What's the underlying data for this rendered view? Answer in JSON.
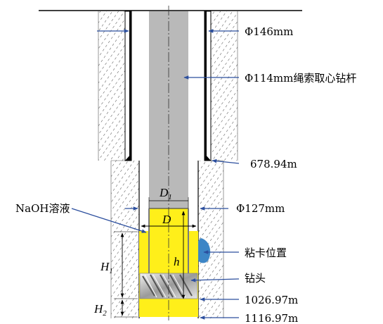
{
  "labels": {
    "casing_od": "Φ146mm",
    "drill_rod": "Φ114mm绳索取心钻杆",
    "casing_shoe_depth": "678.94m",
    "naoh": "NaOH溶液",
    "hole_dia": "Φ127mm",
    "stuck_position": "粘卡位置",
    "drill_bit": "钻头",
    "depth_upper": "1026.97m",
    "depth_lower": "1116.97m"
  },
  "symbols": {
    "d1_main": "D",
    "d1_sub": "1",
    "d_main": "D",
    "h_small": "h",
    "h1_main": "H",
    "h1_sub": "1",
    "h2_main": "H",
    "h2_sub": "2"
  },
  "colors": {
    "annotation_arrow": "#2c4f9e",
    "naoh_fill": "#ffef1a",
    "rod_fill": "#b9b9b9",
    "stuck_marker": "#3d86c6",
    "casing": "#000000"
  }
}
